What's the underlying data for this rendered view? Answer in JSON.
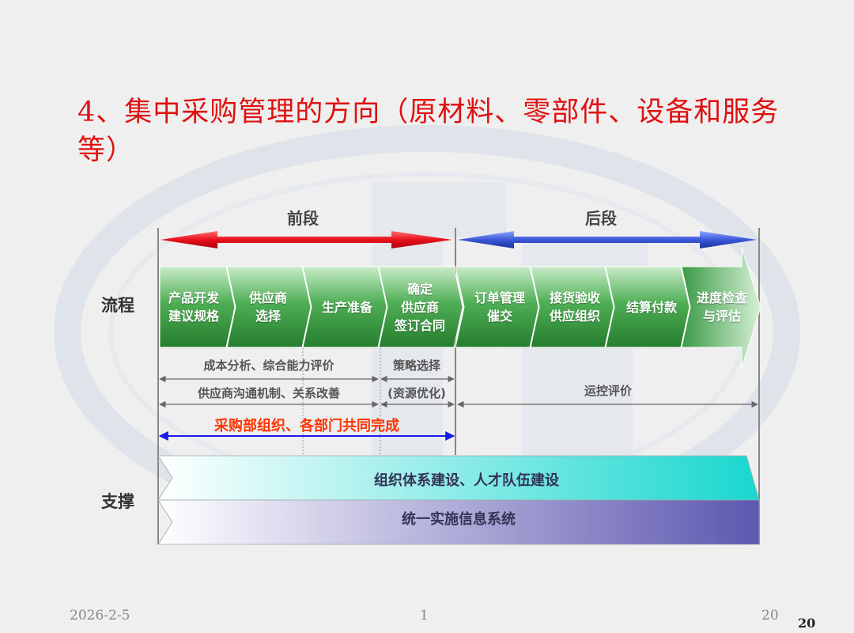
{
  "title": "4、集中采购管理的方向（原材料、零部件、设备和服务等）",
  "phases": {
    "front": "前段",
    "back": "后段"
  },
  "row_labels": {
    "process": "流程",
    "support": "支撑"
  },
  "steps": [
    "产品开发\n建议规格",
    "供应商\n选择",
    "生产准备",
    "确定\n供应商\n签订合同",
    "订单管理\n催交",
    "接货验收\n供应组织",
    "结算付款",
    "进度检查\n与评估"
  ],
  "annotations": {
    "cost_analysis": "成本分析、综合能力评价",
    "strategy": "策略选择",
    "supplier_comm": "供应商沟通机制、关系改善",
    "resource_opt": "(资源优化)",
    "control_eval": "运控评价",
    "procurement_org": "采购部组织、各部门共同完成"
  },
  "support": {
    "org_build": "组织体系建设、人才队伍建设",
    "info_system": "统一实施信息系统"
  },
  "footer": {
    "date": "2026-2-5",
    "center": "1",
    "right": "20"
  },
  "page_number": "20",
  "colors": {
    "title": "#e01010",
    "front_arrow": "#e8101a",
    "back_arrow": "#3a58d8",
    "step_green": "#2e8b3a",
    "org_band_end": "#19d7cf",
    "info_band_end": "#5d57b0",
    "blue_arrow": "#1a1aee",
    "red_text": "#ff3300"
  }
}
